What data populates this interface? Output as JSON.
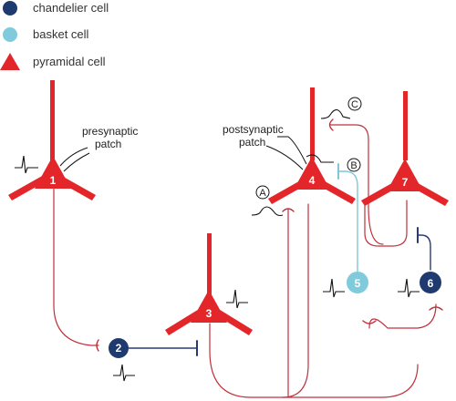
{
  "colors": {
    "pyramidal": "#e3262a",
    "chandelier": "#1f3a6f",
    "basket": "#7fcbdc",
    "axon_red": "#c0303a",
    "axon_blue": "#2a3a78",
    "axon_cyan": "#7fc7d8",
    "ink": "#111111"
  },
  "legend": {
    "chandelier": {
      "icon": "dark-blue-circle",
      "label": "chandelier cell"
    },
    "basket": {
      "icon": "light-blue-circle",
      "label": "basket cell"
    },
    "pyramidal": {
      "icon": "red-triangle",
      "label": "pyramidal cell"
    }
  },
  "annotations": {
    "presynaptic_line1": "presynaptic",
    "presynaptic_line2": "patch",
    "postsynaptic_line1": "postsynaptic",
    "postsynaptic_line2": "patch"
  },
  "cells": {
    "c1": "1",
    "c2": "2",
    "c3": "3",
    "c4": "4",
    "c5": "5",
    "c6": "6",
    "c7": "7"
  },
  "synapse_labels": {
    "a": "A",
    "b": "B",
    "c": "C"
  }
}
